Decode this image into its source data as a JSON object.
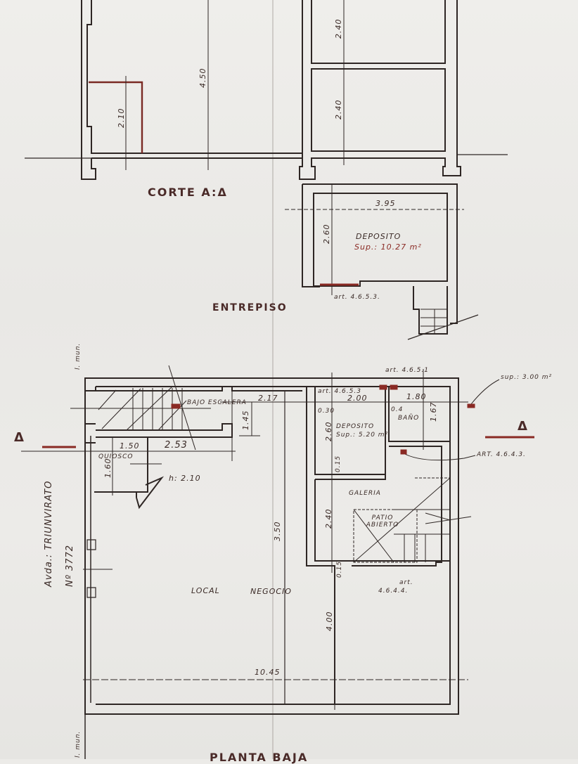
{
  "drawing": {
    "section": {
      "title": "CORTE A:Δ",
      "dims": {
        "total_height": "4.50",
        "kiosk_height": "2.10",
        "upper_floor_height": "2.40",
        "lower_floor_height": "2.40"
      }
    },
    "mezzanine": {
      "title": "ENTREPISO",
      "room_name": "DEPOSITO",
      "room_area": "Sup.: 10.27 m²",
      "dims": {
        "width": "3.95",
        "depth": "2.60"
      },
      "article_ref": "art. 4.6.5.3."
    },
    "ground_floor": {
      "title_partial": "PLANTA BAJA",
      "street": "Avda.: TRIUNVIRATO",
      "street_number": "Nº 3772",
      "party_wall_label": "l. mun.",
      "section_marker": "Δ",
      "rooms": {
        "under_stair": "BAJO ESCALERA",
        "kiosk": "QUIOSCO",
        "kiosk_height": "h: 2.10",
        "storage": "DEPOSITO",
        "storage_area": "Sup.: 5.20 m²",
        "bath": "BAÑO",
        "gallery": "GALERIA",
        "patio": "PATIO ABIERTO",
        "shop_a": "LOCAL",
        "shop_b": "NEGOCIO"
      },
      "dims": {
        "kiosk_width": "1.50",
        "stair_width": "2.53",
        "corridor_width": "2.17",
        "stair_depth": "1.45",
        "kiosk_depth": "1.60",
        "storage_width": "2.00",
        "storage_depth": "2.60",
        "bath_width": "1.80",
        "bath_depth": "1.67",
        "gallery_depth": "2.40",
        "shop_depth_mid": "3.50",
        "shop_depth_rear": "4.00",
        "total_length": "10.45",
        "wall_030": "0.30",
        "wall_015": "0.15",
        "wall_015b": "0.15",
        "wall_004": "0.4"
      },
      "notes": {
        "vent_area": "sup.: 3.00 m²",
        "art_4653": "art. 4.6.5.3",
        "art_4651": "art. 4.6.5.1",
        "art_4643": "ART. 4.6.4.3.",
        "art_4644_a": "art.",
        "art_4644_b": "4.6.4.4."
      }
    }
  },
  "colors": {
    "ink": "#2e2624",
    "red_ink": "#8a2a24",
    "paper": "#ecebe8"
  }
}
